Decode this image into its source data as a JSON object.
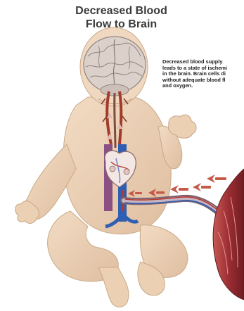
{
  "title": {
    "line1": "Decreased Blood",
    "line2": "Flow to Brain"
  },
  "caption": {
    "lines": [
      "Decreased blood supply",
      "leads to a state of ischemi",
      "in the brain. Brain cells di",
      "without adequate blood fl",
      "and oxygen."
    ]
  },
  "colors": {
    "skin": "#ecd2b8",
    "skin_shadow": "#d4b394",
    "brain": "#d9cdc7",
    "artery": "#b73a2a",
    "vein": "#2f5fb3",
    "placenta": "#a8353a",
    "arrow": "#c65a48"
  }
}
